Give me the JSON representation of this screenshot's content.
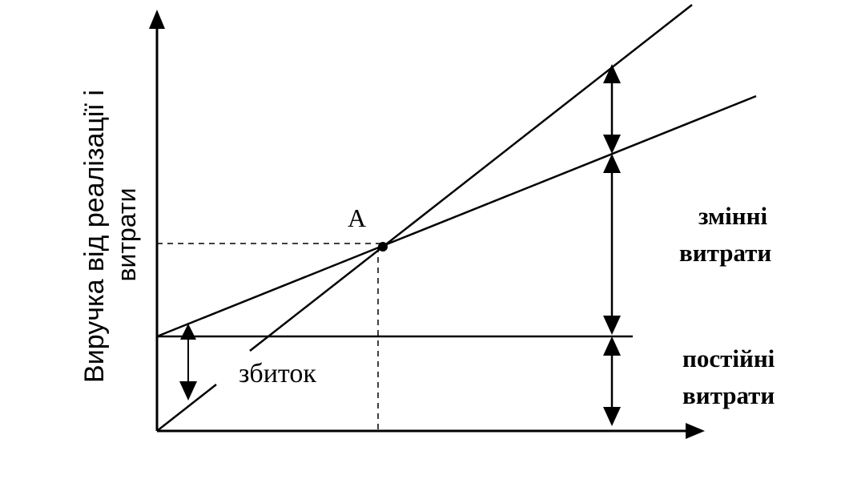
{
  "diagram": {
    "y_axis_label_line1": "Виручка від реалізації і",
    "y_axis_label_line2": "витрати",
    "point_label": "А",
    "loss_label": "збиток",
    "variable_costs_line1": "змінні",
    "variable_costs_line2": "витрати",
    "fixed_costs_line1": "постійні",
    "fixed_costs_line2": "витрати",
    "colors": {
      "ink": "#000000",
      "background": "#ffffff"
    }
  }
}
